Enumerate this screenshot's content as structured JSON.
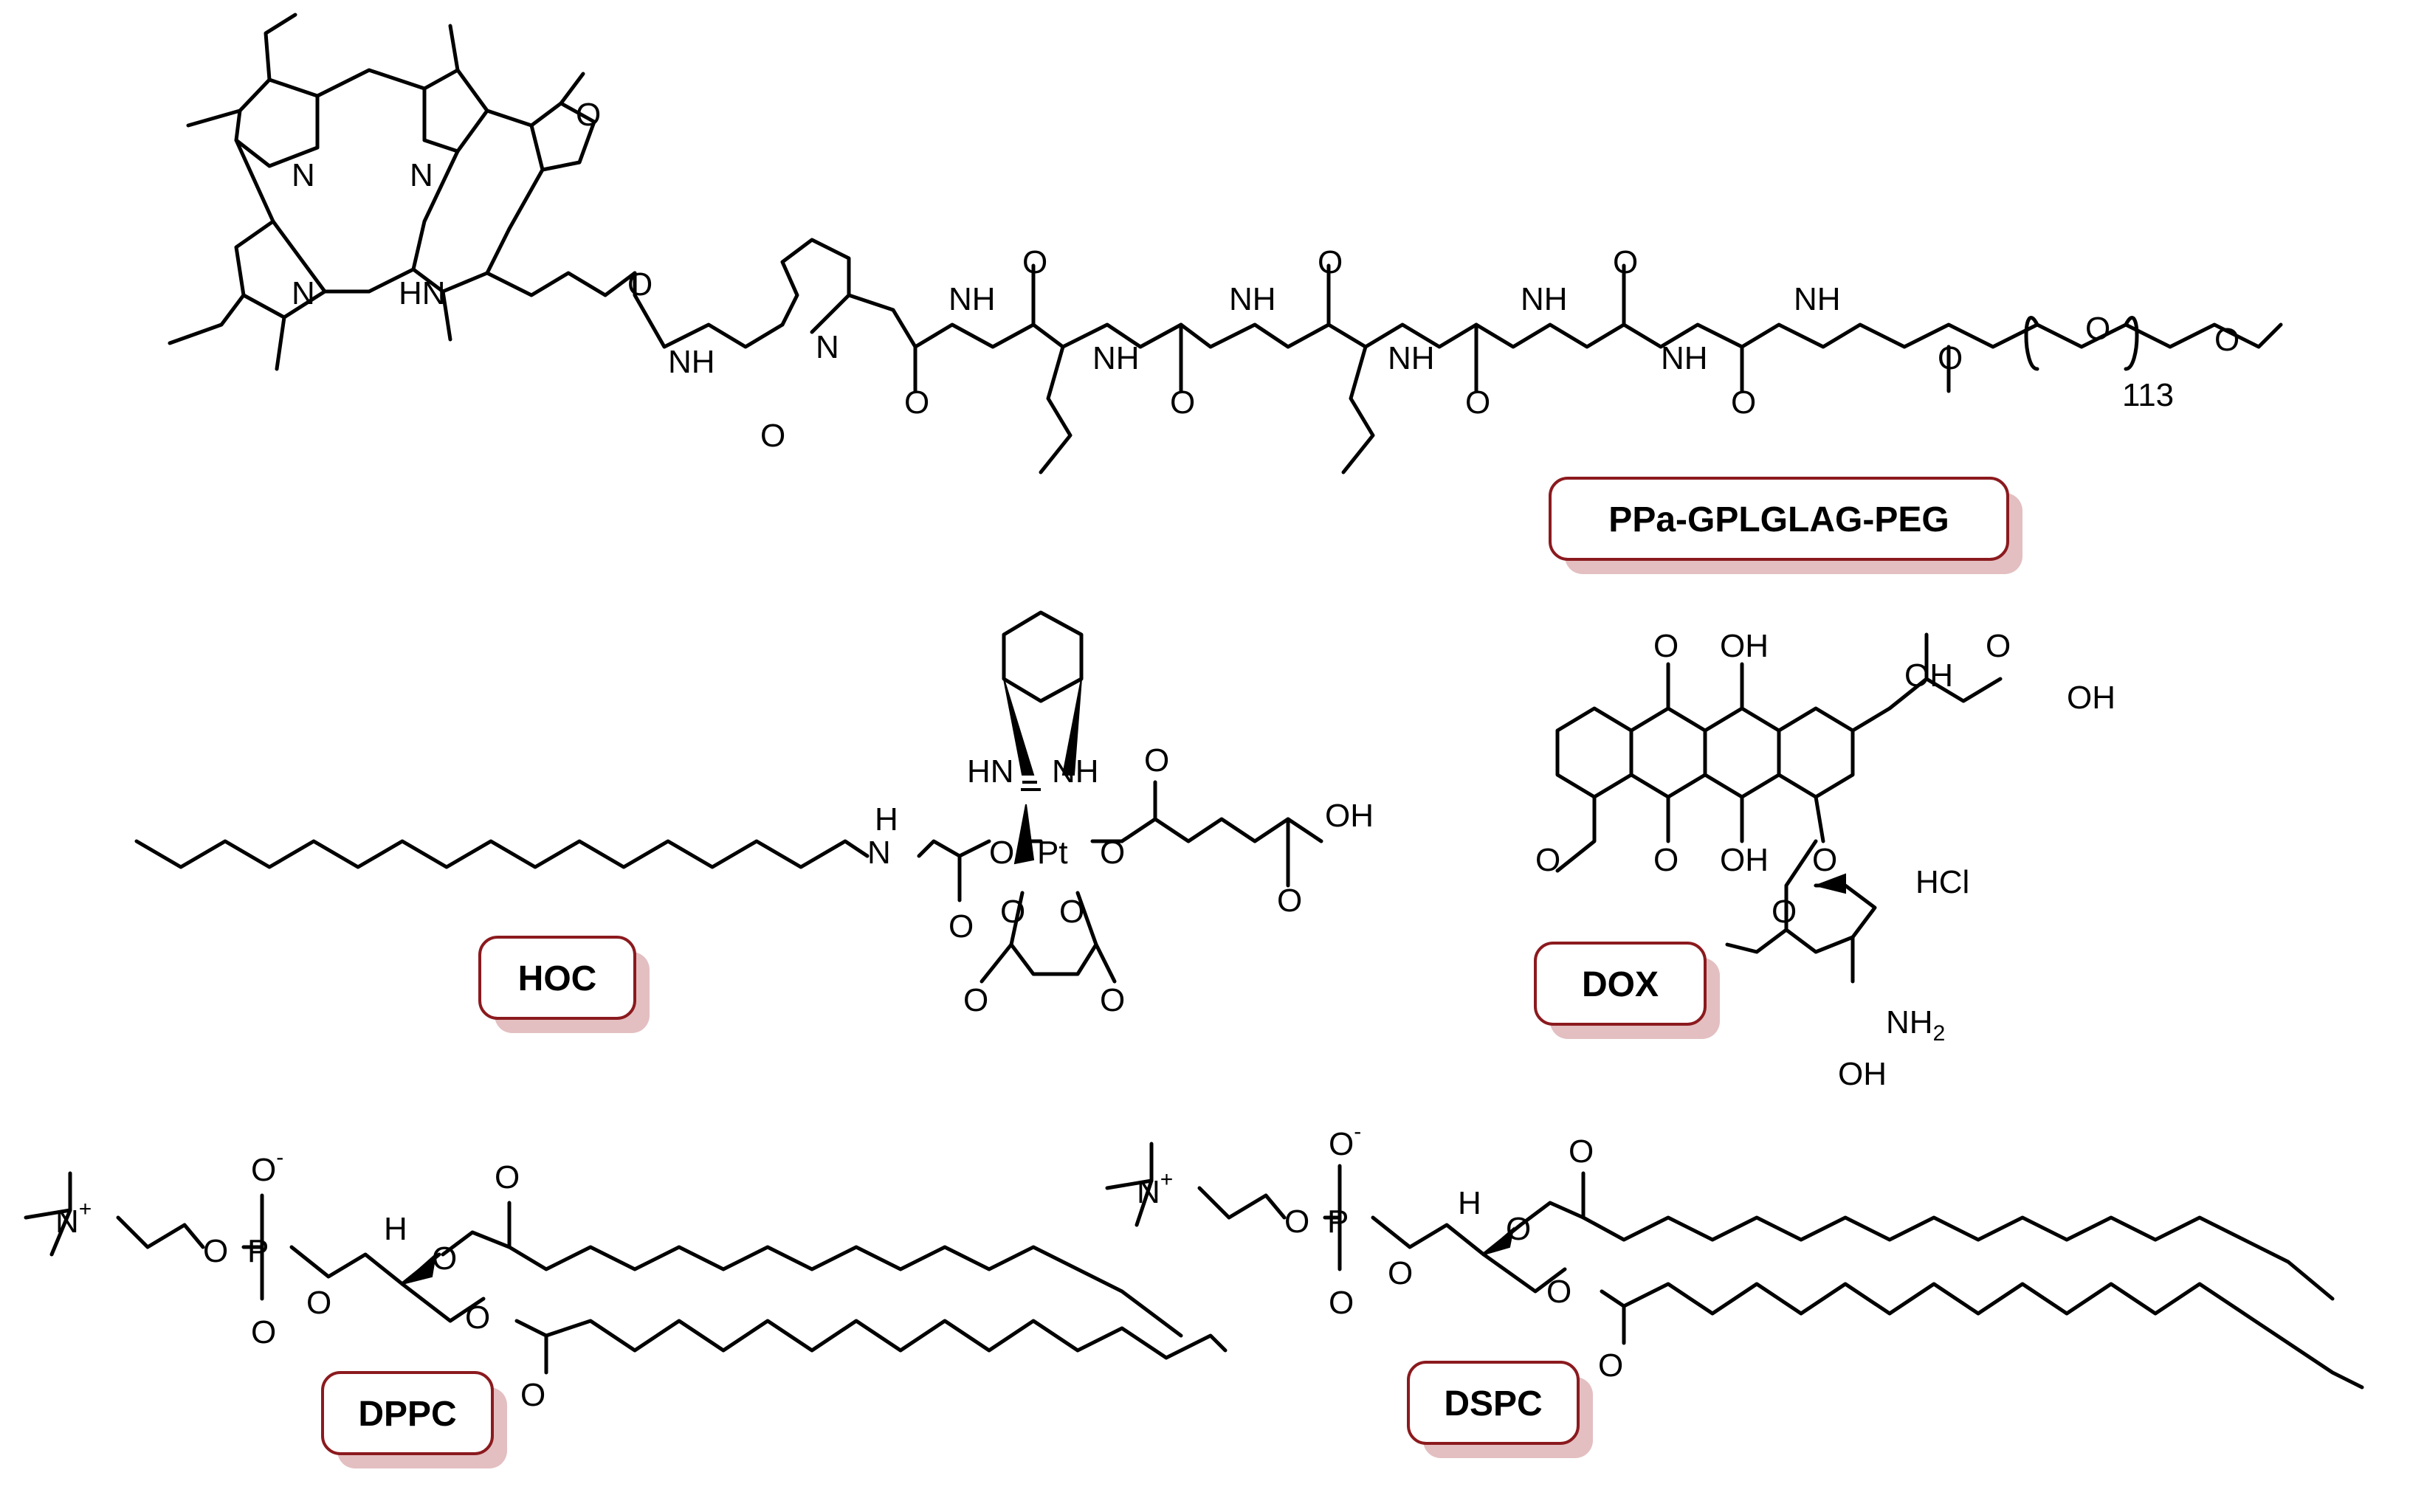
{
  "labels": {
    "ppa": "PPa-GPLGLAG-PEG",
    "hoc": "HOC",
    "dox": "DOX",
    "dppc": "DPPC",
    "dspc": "DSPC"
  },
  "atoms": {
    "N": "N",
    "HN": "HN",
    "NH": "NH",
    "H": "H",
    "O": "O",
    "OH": "OH",
    "Pt": "Pt",
    "P": "P",
    "HCl": "HCl",
    "NH2": "NH",
    "sub2": "2",
    "peg_repeat": "113",
    "plus": "+",
    "minus": "-"
  },
  "colors": {
    "label_border": "#8b1a1e",
    "label_shadow": "#e3bfc1"
  }
}
